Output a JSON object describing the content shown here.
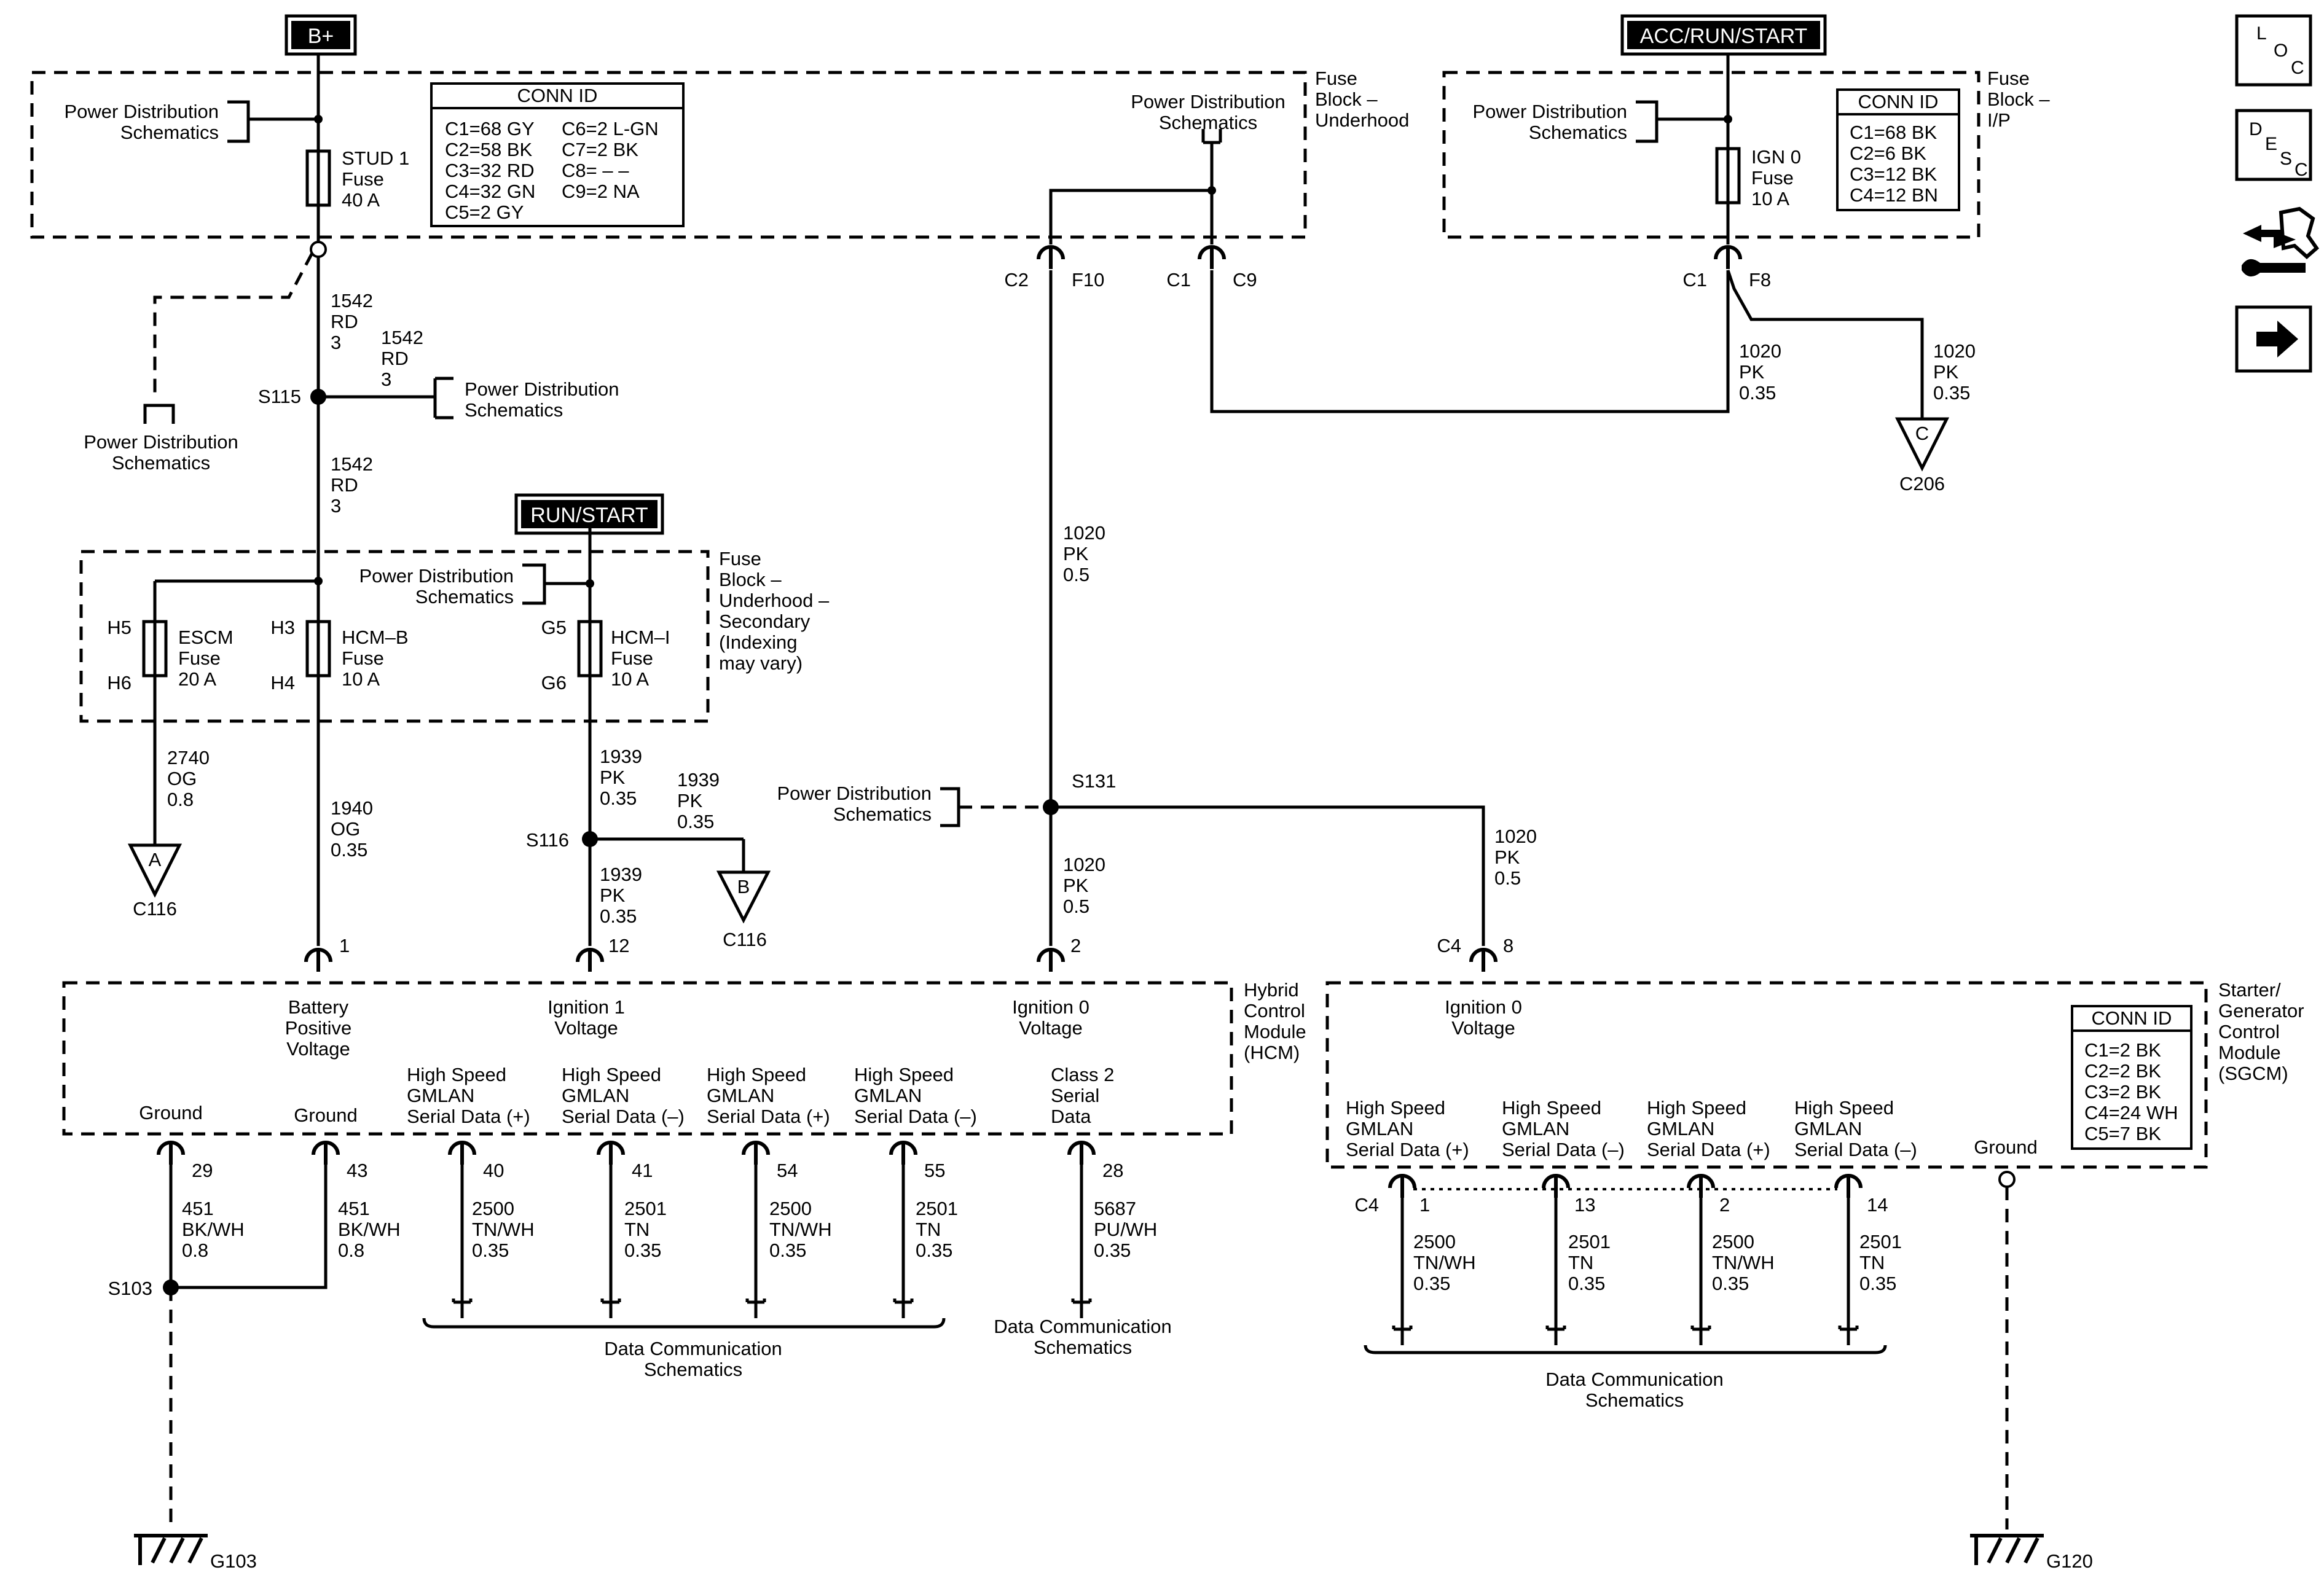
{
  "power_boxes": {
    "b_plus": "B+",
    "acc_run_start": "ACC/RUN/START",
    "run_start": "RUN/START"
  },
  "fuse_blocks": {
    "underhood": [
      "Fuse",
      "Block –",
      "Underhood"
    ],
    "ip": [
      "Fuse",
      "Block –",
      "I/P"
    ],
    "secondary": [
      "Fuse",
      "Block –",
      "Underhood –",
      "Secondary",
      "(Indexing",
      "may vary)"
    ]
  },
  "conn_id_underhood": {
    "title": "CONN ID",
    "col1": [
      "C1=68 GY",
      "C2=58 BK",
      "C3=32 RD",
      "C4=32 GN",
      "C5=2 GY"
    ],
    "col2": [
      "C6=2 L-GN",
      "C7=2 BK",
      "C8= – –",
      "C9=2 NA"
    ]
  },
  "conn_id_ip": {
    "title": "CONN ID",
    "rows": [
      "C1=68 BK",
      "C2=6 BK",
      "C3=12 BK",
      "C4=12 BN"
    ]
  },
  "conn_id_sgcm": {
    "title": "CONN ID",
    "rows": [
      "C1=2 BK",
      "C2=2 BK",
      "C3=2 BK",
      "C4=24 WH",
      "C5=7 BK"
    ]
  },
  "ref_pds": [
    "Power Distribution",
    "Schematics"
  ],
  "ref_dcs": [
    "Data Communication",
    "Schematics"
  ],
  "fuses": {
    "stud1": [
      "STUD 1",
      "Fuse",
      "40 A"
    ],
    "ign0": [
      "IGN 0",
      "Fuse",
      "10 A"
    ],
    "escm": [
      "ESCM",
      "Fuse",
      "20 A"
    ],
    "hcmb": [
      "HCM–B",
      "Fuse",
      "10 A"
    ],
    "hcmi": [
      "HCM–I",
      "Fuse",
      "10 A"
    ]
  },
  "cavities": {
    "h5": "H5",
    "h6": "H6",
    "h3": "H3",
    "h4": "H4",
    "g5": "G5",
    "g6": "G6",
    "c2": "C2",
    "f10": "F10",
    "c1a": "C1",
    "c9": "C9",
    "c1b": "C1",
    "f8": "F8",
    "c4a": "C4",
    "c4b": "C4"
  },
  "wires": {
    "w1542a": [
      "1542",
      "RD",
      "3"
    ],
    "w1542b": [
      "1542",
      "RD",
      "3"
    ],
    "w1542c": [
      "1542",
      "RD",
      "3"
    ],
    "w2740": [
      "2740",
      "OG",
      "0.8"
    ],
    "w1940": [
      "1940",
      "OG",
      "0.35"
    ],
    "w1939a": [
      "1939",
      "PK",
      "0.35"
    ],
    "w1939b": [
      "1939",
      "PK",
      "0.35"
    ],
    "w1939c": [
      "1939",
      "PK",
      "0.35"
    ],
    "w1020a": [
      "1020",
      "PK",
      "0.5"
    ],
    "w1020b": [
      "1020",
      "PK",
      "0.5"
    ],
    "w1020c": [
      "1020",
      "PK",
      "0.5"
    ],
    "w1020d": [
      "1020",
      "PK",
      "0.35"
    ],
    "w1020e": [
      "1020",
      "PK",
      "0.35"
    ],
    "w451a": [
      "451",
      "BK/WH",
      "0.8"
    ],
    "w451b": [
      "451",
      "BK/WH",
      "0.8"
    ],
    "w2500a": [
      "2500",
      "TN/WH",
      "0.35"
    ],
    "w2501a": [
      "2501",
      "TN",
      "0.35"
    ],
    "w2500b": [
      "2500",
      "TN/WH",
      "0.35"
    ],
    "w2501b": [
      "2501",
      "TN",
      "0.35"
    ],
    "w5687": [
      "5687",
      "PU/WH",
      "0.35"
    ],
    "w2500c": [
      "2500",
      "TN/WH",
      "0.35"
    ],
    "w2501c": [
      "2501",
      "TN",
      "0.35"
    ],
    "w2500d": [
      "2500",
      "TN/WH",
      "0.35"
    ],
    "w2501d": [
      "2501",
      "TN",
      "0.35"
    ]
  },
  "splices": {
    "s115": "S115",
    "s116": "S116",
    "s131": "S131",
    "s103": "S103"
  },
  "offpage": {
    "a_letter": "A",
    "a_conn": "C116",
    "b_letter": "B",
    "b_conn": "C116",
    "c_letter": "C",
    "c_conn": "C206"
  },
  "grounds": {
    "g103": "G103",
    "g120": "G120"
  },
  "hcm": {
    "name": [
      "Hybrid",
      "Control",
      "Module",
      "(HCM)"
    ],
    "pins": {
      "p1": "1",
      "p12": "12",
      "p2": "2",
      "p29": "29",
      "p43": "43",
      "p40": "40",
      "p41": "41",
      "p54": "54",
      "p55": "55",
      "p28": "28"
    },
    "battery": [
      "Battery",
      "Positive",
      "Voltage"
    ],
    "ign1": [
      "Ignition 1",
      "Voltage"
    ],
    "ign0": [
      "Ignition 0",
      "Voltage"
    ],
    "ground1": "Ground",
    "ground2": "Ground",
    "gm1": [
      "High Speed",
      "GMLAN",
      "Serial Data (+)"
    ],
    "gm2": [
      "High Speed",
      "GMLAN",
      "Serial Data (–)"
    ],
    "gm3": [
      "High Speed",
      "GMLAN",
      "Serial Data (+)"
    ],
    "gm4": [
      "High Speed",
      "GMLAN",
      "Serial Data (–)"
    ],
    "class2": [
      "Class 2",
      "Serial",
      "Data"
    ]
  },
  "sgcm": {
    "name": [
      "Starter/",
      "Generator",
      "Control",
      "Module",
      "(SGCM)"
    ],
    "pins": {
      "p8": "8",
      "p1": "1",
      "p13": "13",
      "p2": "2",
      "p14": "14"
    },
    "ign0": [
      "Ignition 0",
      "Voltage"
    ],
    "gm1": [
      "High Speed",
      "GMLAN",
      "Serial Data (+)"
    ],
    "gm2": [
      "High Speed",
      "GMLAN",
      "Serial Data (–)"
    ],
    "gm3": [
      "High Speed",
      "GMLAN",
      "Serial Data (+)"
    ],
    "gm4": [
      "High Speed",
      "GMLAN",
      "Serial Data (–)"
    ],
    "ground": "Ground"
  },
  "nav": {
    "loc": [
      "L",
      "O",
      "C"
    ],
    "desc": [
      "D",
      "E",
      "S",
      "C"
    ],
    "tools_icon": "connector-tools-icon",
    "next_icon": "arrow-right-icon"
  }
}
